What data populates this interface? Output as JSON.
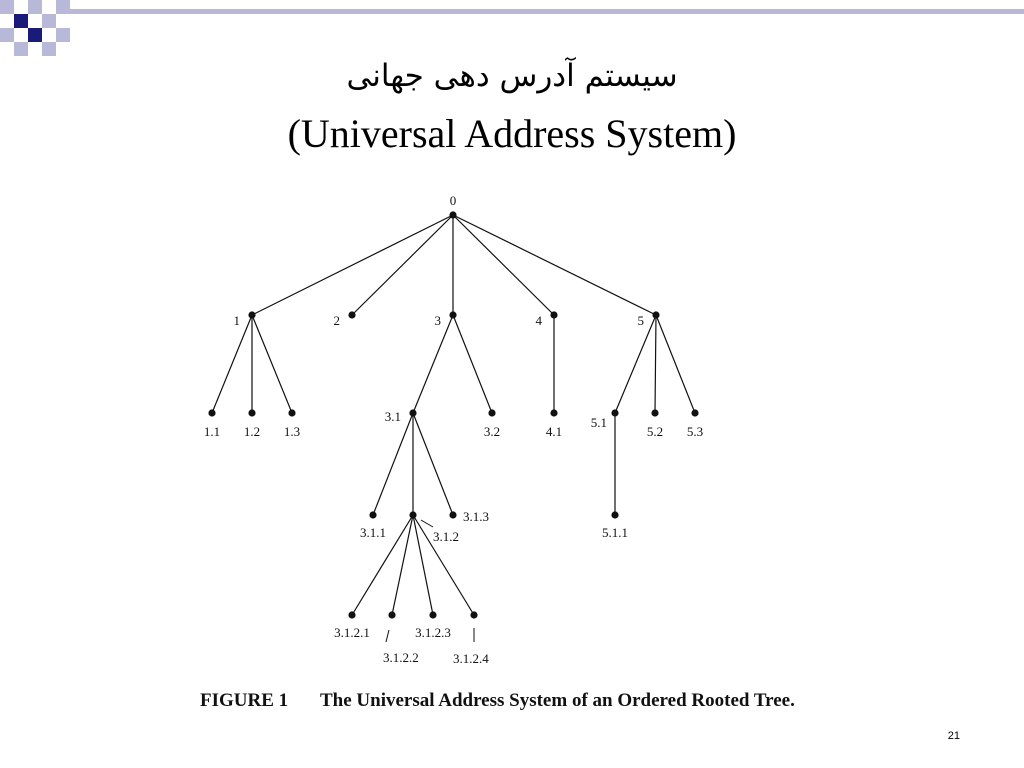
{
  "slide": {
    "title_fa": "سیستم آدرس دهی جهانی",
    "title_en": "(Universal Address System)",
    "slide_number": "21"
  },
  "figure": {
    "label": "FIGURE 1",
    "caption": "The Universal Address System of an Ordered Rooted Tree."
  },
  "tree": {
    "nodes": [
      "0",
      "1",
      "2",
      "3",
      "4",
      "5",
      "1.1",
      "1.2",
      "1.3",
      "3.1",
      "3.2",
      "4.1",
      "5.1",
      "5.2",
      "5.3",
      "3.1.1",
      "3.1.2",
      "3.1.3",
      "5.1.1",
      "3.1.2.1",
      "3.1.2.2",
      "3.1.2.3",
      "3.1.2.4"
    ],
    "edges": [
      [
        "0",
        "1"
      ],
      [
        "0",
        "2"
      ],
      [
        "0",
        "3"
      ],
      [
        "0",
        "4"
      ],
      [
        "0",
        "5"
      ],
      [
        "1",
        "1.1"
      ],
      [
        "1",
        "1.2"
      ],
      [
        "1",
        "1.3"
      ],
      [
        "3",
        "3.1"
      ],
      [
        "3",
        "3.2"
      ],
      [
        "4",
        "4.1"
      ],
      [
        "5",
        "5.1"
      ],
      [
        "5",
        "5.2"
      ],
      [
        "5",
        "5.3"
      ],
      [
        "3.1",
        "3.1.1"
      ],
      [
        "3.1",
        "3.1.2"
      ],
      [
        "3.1",
        "3.1.3"
      ],
      [
        "5.1",
        "5.1.1"
      ],
      [
        "3.1.2",
        "3.1.2.1"
      ],
      [
        "3.1.2",
        "3.1.2.2"
      ],
      [
        "3.1.2",
        "3.1.2.3"
      ],
      [
        "3.1.2",
        "3.1.2.4"
      ]
    ]
  },
  "colors": {
    "accent_navy": "#1a1a7a",
    "accent_light": "#b8b8d8"
  }
}
